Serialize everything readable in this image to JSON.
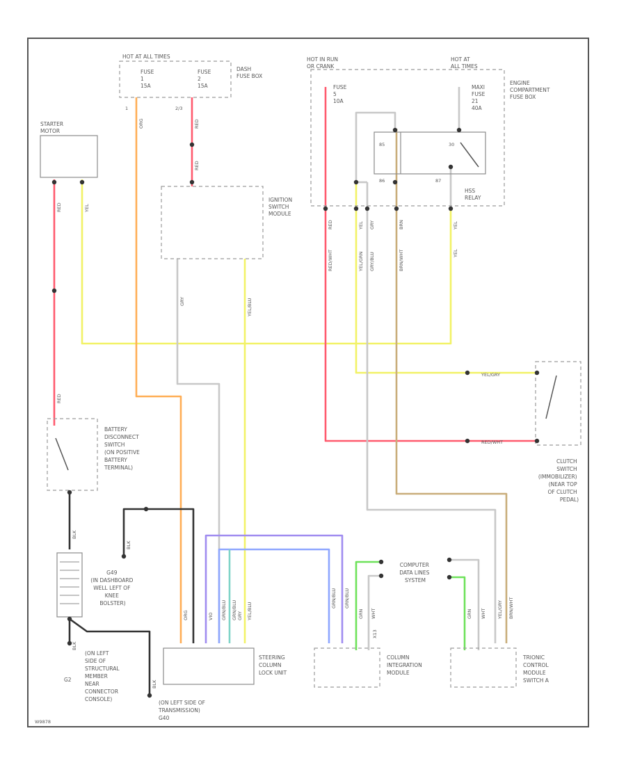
{
  "diagram_id": "W9878",
  "colors": {
    "red": "#ff5a6e",
    "yellow": "#f2f266",
    "orange": "#ffae55",
    "gray": "#c8c8c8",
    "tan": "#c9ad7a",
    "green": "#6ee25a",
    "blue": "#8ea6ff",
    "violet": "#a08cf0",
    "teal": "#7fd4c8",
    "black": "#333333",
    "frame": "#555555"
  },
  "components": {
    "hot_at_all_times_left": "HOT AT ALL TIMES",
    "dash_fuse_box": [
      "DASH",
      "FUSE BOX"
    ],
    "fuse_left_a": [
      "FUSE",
      "1",
      "15A"
    ],
    "fuse_left_b": [
      "FUSE",
      "2",
      "15A"
    ],
    "starter_motor": [
      "STARTER",
      "MOTOR"
    ],
    "ignition_switch_module": [
      "IGNITION",
      "SWITCH",
      "MODULE"
    ],
    "hot_in_run_crank": [
      "HOT IN RUN",
      "OR CRANK"
    ],
    "hot_at_all_times_right": [
      "HOT AT",
      "ALL TIMES"
    ],
    "engine_fuse_box": [
      "ENGINE",
      "COMPARTMENT",
      "FUSE BOX"
    ],
    "fuse_right_a": [
      "FUSE",
      "5",
      "10A"
    ],
    "fuse_right_b": [
      "MAXI",
      "FUSE",
      "21",
      "40A"
    ],
    "relay": [
      "HSS",
      "RELAY"
    ],
    "relay_pins": [
      "85",
      "86",
      "30",
      "87"
    ],
    "battery_disconnect_switch": [
      "BATTERY",
      "DISCONNECT",
      "SWITCH",
      "(ON POSITIVE",
      "BATTERY",
      "TERMINAL)"
    ],
    "clutch_switch": [
      "CLUTCH",
      "SWITCH",
      "(IMMOBILIZER)",
      "(NEAR TOP",
      "OF CLUTCH",
      "PEDAL)"
    ],
    "g49": [
      "G49",
      "(IN DASHBOARD",
      "WELL LEFT OF",
      "KNEE",
      "BOLSTER)"
    ],
    "g2": [
      "G2",
      "(ON LEFT",
      "SIDE OF",
      "STRUCTURAL",
      "MEMBER",
      "NEAR",
      "CONNECTOR",
      "CONSOLE)"
    ],
    "g2_number": "G2",
    "g40": [
      "(ON LEFT SIDE OF",
      "TRANSMISSION)",
      "G40"
    ],
    "computer_data_lines": [
      "COMPUTER",
      "DATA LINES",
      "SYSTEM"
    ],
    "steering_column_lock": [
      "STEERING",
      "COLUMN",
      "LOCK UNIT"
    ],
    "column_integration_module": [
      "COLUMN",
      "INTEGRATION",
      "MODULE"
    ],
    "trionic_control_module": [
      "TRIONIC",
      "CONTROL",
      "MODULE",
      "SWITCH A"
    ],
    "cim_tag": "X13"
  },
  "wire_labels": {
    "w1_num": "1",
    "w1": "ORG",
    "w2_num": "2/3",
    "w2": "RED",
    "w2b": "RED",
    "st_red": "RED",
    "st_yel": "YEL",
    "st_red2": "RED",
    "ign_gry": "GRY",
    "ign_yel": "YEL/BLU",
    "eng1": "RED/WHT",
    "eng2": "YEL/GRN",
    "eng3": "GRY/BLU",
    "eng4": "BRN/WHT",
    "eng5": "YEL",
    "eng_top1": "RED",
    "eng_top2": "YEL",
    "eng_top3": "GRY",
    "eng_top4": "BRN",
    "eng_top5": "YEL",
    "clutch_a": "YEL/GRY",
    "clutch_b": "RED/WHT",
    "bat_blk": "BLK",
    "g49_blk": "BLK",
    "g2_blk": "BLK",
    "g40_blk": "BLK",
    "sc1": "ORG",
    "sc2": "VIO",
    "sc3": "GRN/BLU",
    "sc4": "GRN/BLU",
    "sc5": "GRY",
    "sc6": "YEL/BLU",
    "cim1": "GRN/BLU",
    "cim2": "GRN/BLU",
    "cd1": "GRN",
    "cd2": "WHT",
    "tcm1": "GRN",
    "tcm2": "WHT",
    "tcm3": "YEL/GRY",
    "tcm4": "BRN/WHT"
  }
}
